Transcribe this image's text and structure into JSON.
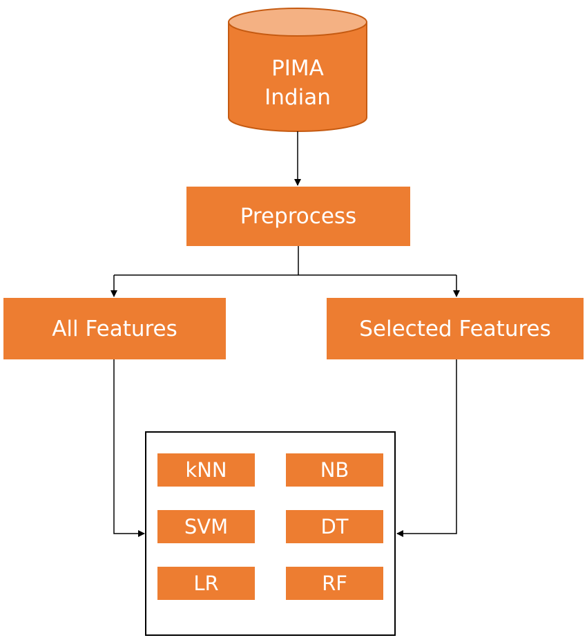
{
  "nodes": {
    "database": {
      "line1": "PIMA",
      "line2": "Indian"
    },
    "preprocess": "Preprocess",
    "all_features": "All Features",
    "selected_features": "Selected Features"
  },
  "models": [
    "kNN",
    "NB",
    "SVM",
    "DT",
    "LR",
    "RF"
  ],
  "colors": {
    "fill": "#ED7D31",
    "cylinder_top": "#F4B183",
    "cylinder_border": "#C55A11",
    "connector": "#000000",
    "text": "#FFFFFF"
  }
}
